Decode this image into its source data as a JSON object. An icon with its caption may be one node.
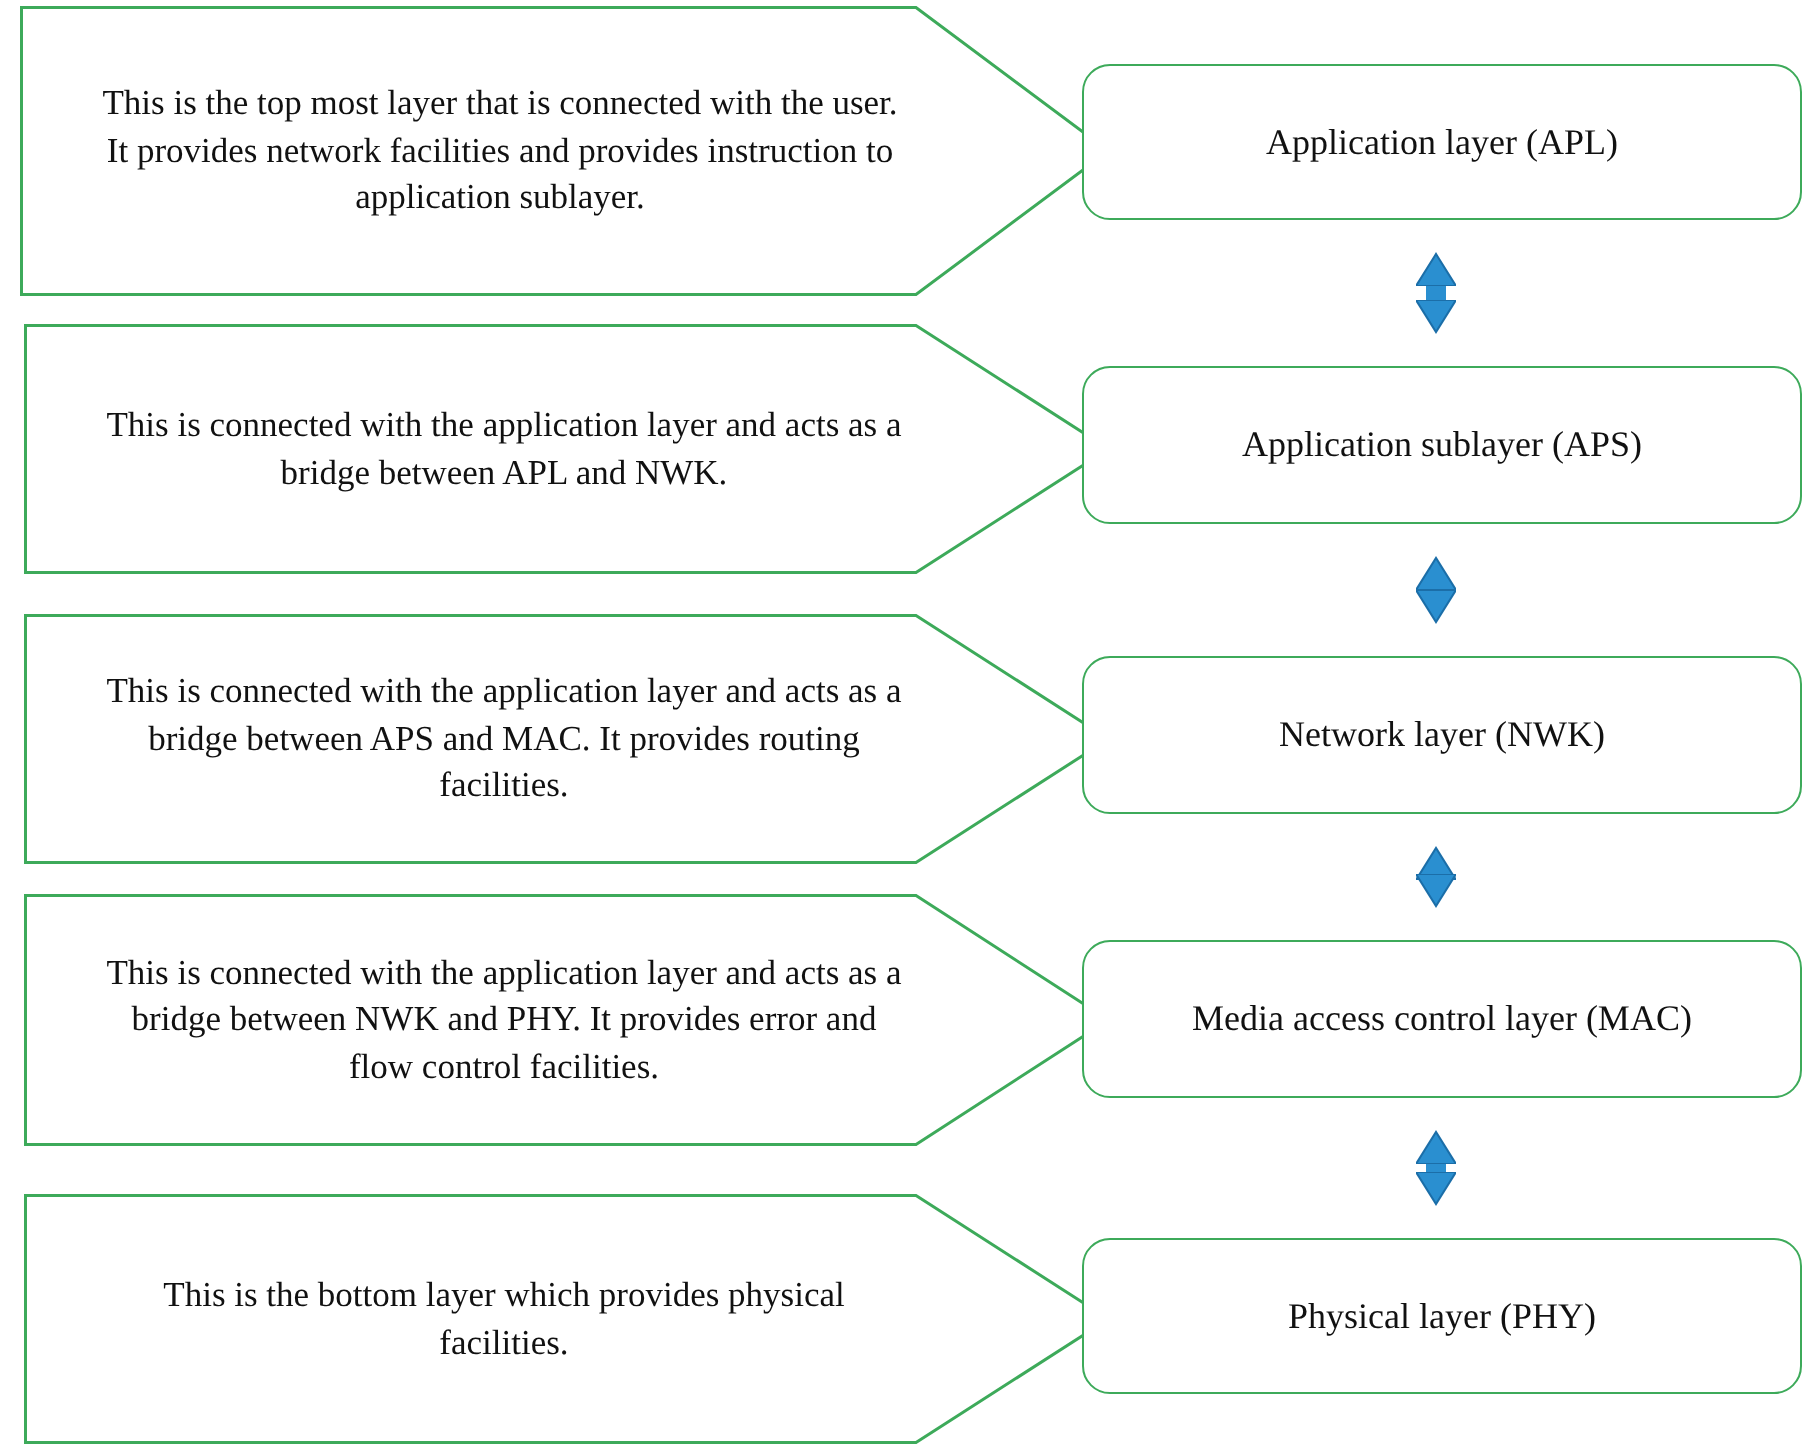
{
  "diagram": {
    "nodes": [
      {
        "text": [
          "This is the top most layer that is connected with the user. It provides network facilities and provides instruction to application sublayer."
        ]
      },
      {
        "text": [
          "Application layer (APL)"
        ]
      },
      {
        "text": [
          "This is connected with the application layer and acts as a bridge between APL and NWK."
        ]
      },
      {
        "text": [
          "Application sublayer (APS)"
        ]
      },
      {
        "text": [
          "This is connected with the application layer and acts as a bridge between APS and MAC. It provides routing facilities."
        ]
      },
      {
        "text": [
          "Network layer (NWK)"
        ]
      },
      {
        "text": [
          "This is connected with the application layer and acts as a bridge between NWK and PHY. It provides error and flow control facilities."
        ]
      },
      {
        "text": [
          "Media access control layer (MAC)"
        ]
      },
      {
        "text": [
          "This is the bottom layer which provides physical facilities."
        ]
      },
      {
        "text": [
          "Physical layer (PHY)"
        ]
      }
    ],
    "edges": [
      {
        "from": 1,
        "to": 3,
        "arrow": "both"
      },
      {
        "from": 3,
        "to": 5,
        "arrow": "both"
      },
      {
        "from": 5,
        "to": 7,
        "arrow": "both"
      },
      {
        "from": 7,
        "to": 9,
        "arrow": "both"
      }
    ]
  }
}
